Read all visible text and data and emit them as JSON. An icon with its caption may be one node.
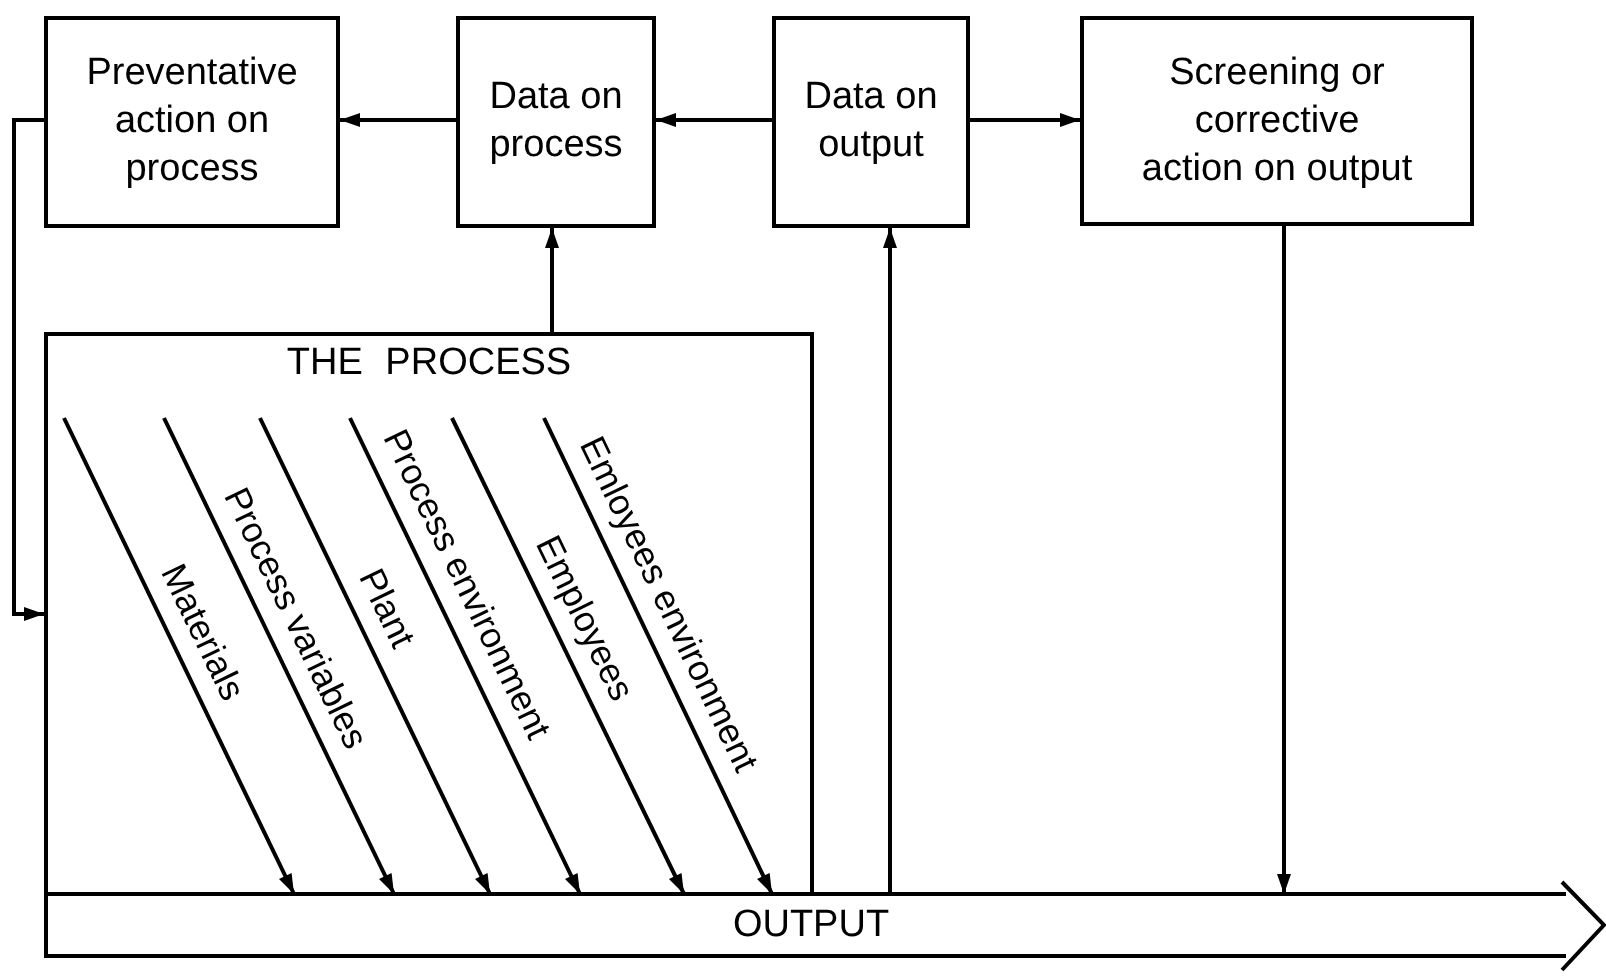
{
  "diagram": {
    "nodes": [
      {
        "text": [
          "Preventative action on process"
        ]
      },
      {
        "text": [
          "Data on process"
        ]
      },
      {
        "text": [
          "Data on output"
        ]
      },
      {
        "text": [
          "Screening or corrective action on output"
        ]
      },
      {
        "text": [
          "THE PROCESS"
        ]
      },
      {
        "text": [
          "OUTPUT"
        ]
      }
    ],
    "edges": [
      {
        "from": 2,
        "to": 1,
        "arrow": "to"
      },
      {
        "from": 1,
        "to": 0,
        "arrow": "to"
      },
      {
        "from": 2,
        "to": 3,
        "arrow": "to"
      },
      {
        "from": 4,
        "to": 1,
        "arrow": "to"
      },
      {
        "from": 5,
        "to": 2,
        "arrow": "to"
      },
      {
        "from": 3,
        "to": 5,
        "arrow": "to"
      },
      {
        "from": 0,
        "to": 4,
        "arrow": "to"
      },
      {
        "from": 4,
        "to": 5,
        "arrow": "to",
        "label": "Materials"
      },
      {
        "from": 4,
        "to": 5,
        "arrow": "to",
        "label": "Process variables"
      },
      {
        "from": 4,
        "to": 5,
        "arrow": "to",
        "label": "Plant"
      },
      {
        "from": 4,
        "to": 5,
        "arrow": "to",
        "label": "Process environment"
      },
      {
        "from": 4,
        "to": 5,
        "arrow": "to",
        "label": "Employees"
      },
      {
        "from": 4,
        "to": 5,
        "arrow": "to",
        "label": "Emloyees environment"
      }
    ]
  }
}
